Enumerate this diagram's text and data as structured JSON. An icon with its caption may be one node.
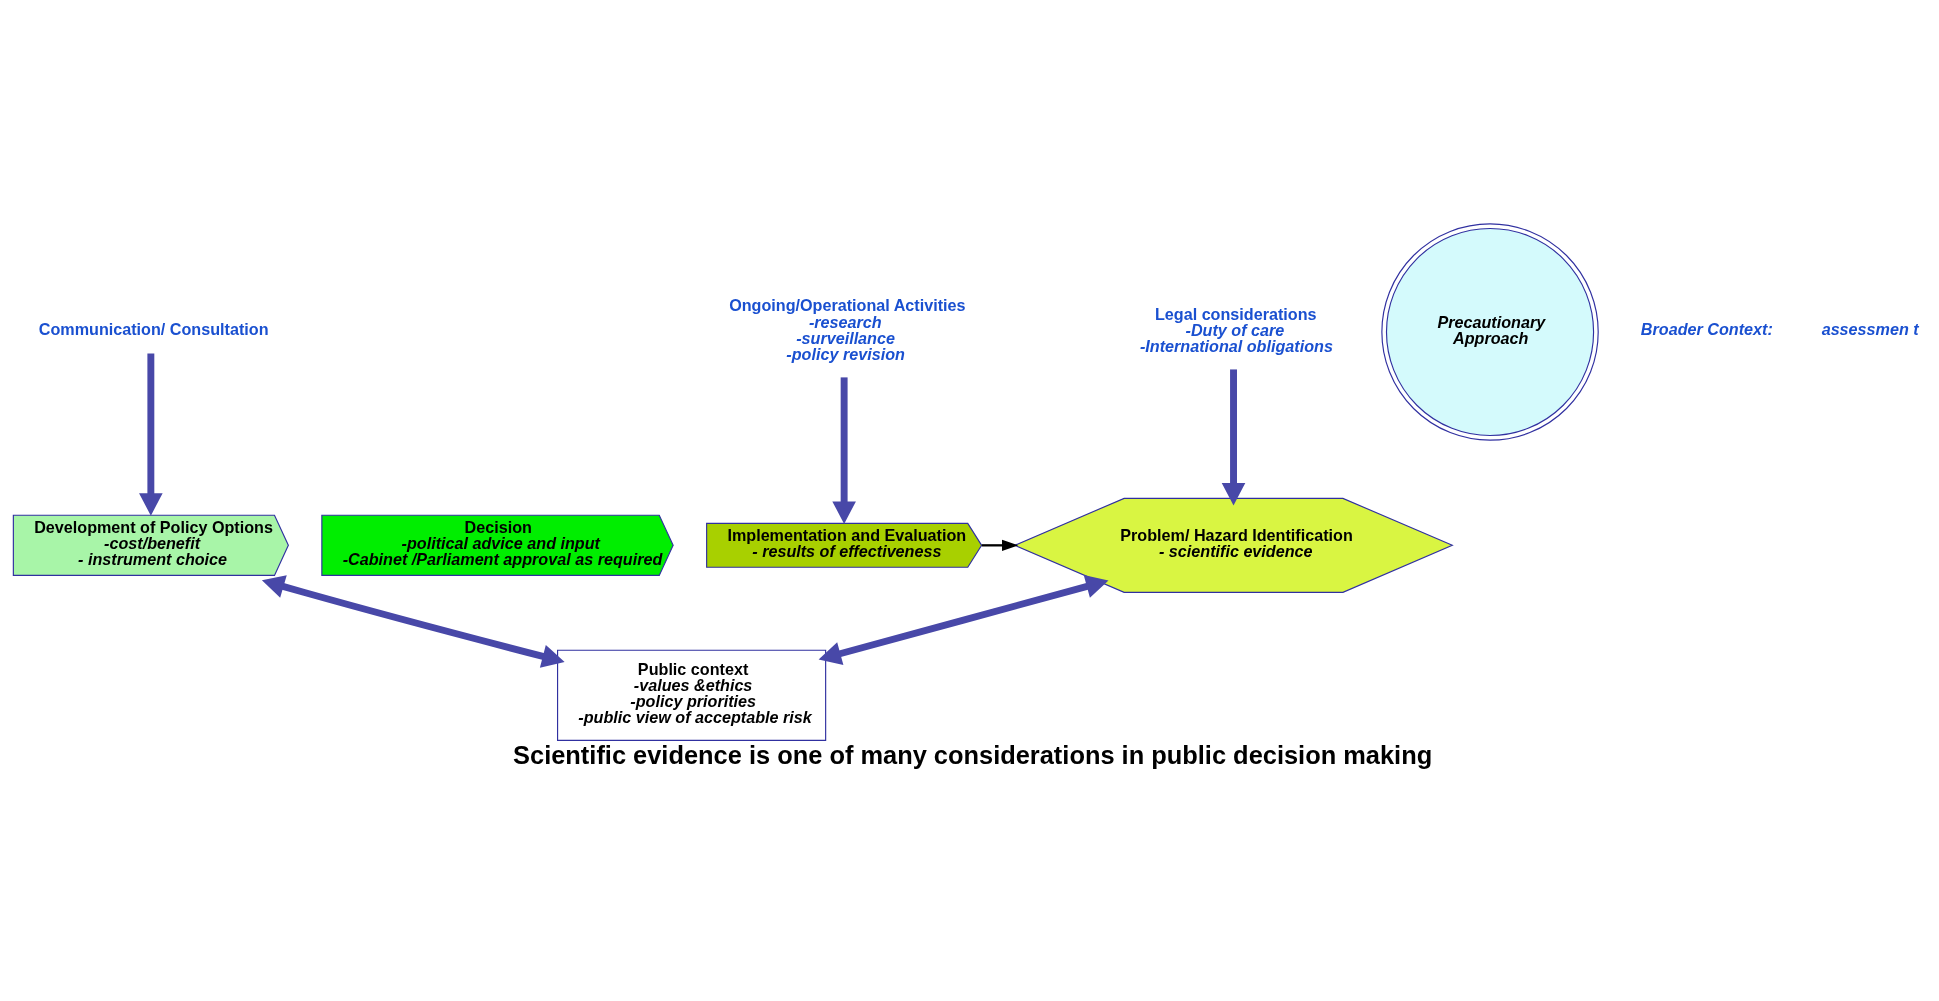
{
  "diagram": {
    "caption": "Scientific evidence is one of many considerations in public decision making",
    "nodes": [
      {
        "text": [
          "Problem/ Hazard Identification",
          "- scientific evidence"
        ]
      },
      {
        "text": [
          "Development of Policy Options",
          "-cost/benefit",
          "- instrument choice"
        ]
      },
      {
        "text": [
          "Decision",
          "-political advice and input",
          "-Cabinet /Parliament approval as required"
        ]
      },
      {
        "text": [
          "Implementation and Evaluation",
          "- results of effectiveness"
        ]
      },
      {
        "text": [
          "Public context",
          "-values &ethics",
          "-policy priorities",
          "-public view of acceptable risk"
        ]
      },
      {
        "text": [
          "Legal considerations",
          "-Duty of care",
          "-International obligations"
        ]
      },
      {
        "text": [
          "Communication/ Consultation"
        ]
      },
      {
        "text": [
          "Ongoing/Operational Activities",
          "-research",
          "-surveillance",
          "-policy revision"
        ]
      },
      {
        "text": [
          "Precautionary",
          "Approach"
        ]
      }
    ],
    "edges": [
      {
        "from": 5,
        "to": 0,
        "arrow": "to"
      },
      {
        "from": 6,
        "to": 1,
        "arrow": "to"
      },
      {
        "from": 7,
        "to": 3,
        "arrow": "to"
      },
      {
        "from": 3,
        "to": 0,
        "arrow": "to",
        "color": "#000000"
      },
      {
        "from": 0,
        "to": 4,
        "arrow": "both"
      },
      {
        "from": 1,
        "to": 4,
        "arrow": "both"
      }
    ],
    "labels": [
      "Broader Context:",
      "assessmen t"
    ]
  }
}
